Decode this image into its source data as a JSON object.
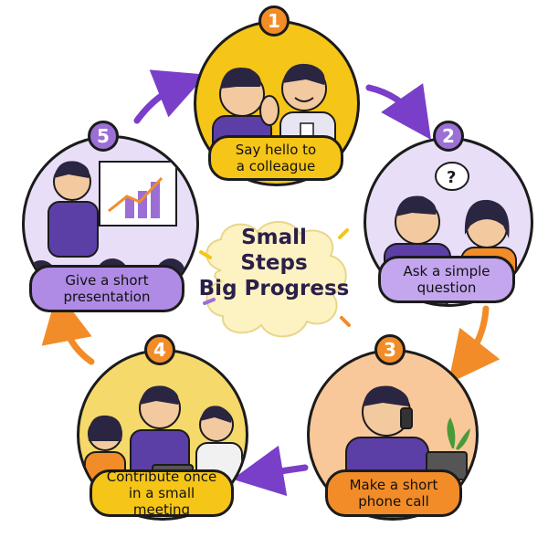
{
  "center": {
    "line1": "Small",
    "line2": "Steps",
    "line3": "Big Progress"
  },
  "steps": [
    {
      "number": "1",
      "label_line1": "Say hello to",
      "label_line2": "a colleague",
      "color": "#f5c518"
    },
    {
      "number": "2",
      "label_line1": "Ask a simple",
      "label_line2": "question",
      "color": "#9b6fd6"
    },
    {
      "number": "3",
      "label_line1": "Make a short",
      "label_line2": "phone call",
      "color": "#f28c28"
    },
    {
      "number": "4",
      "label_line1": "Contribute once",
      "label_line2": "in a small meeting",
      "color": "#f5c518"
    },
    {
      "number": "5",
      "label_line1": "Give a short",
      "label_line2": "presentation",
      "color": "#9b6fd6"
    }
  ],
  "colors": {
    "yellow": "#f5c518",
    "purple": "#9b6fd6",
    "orange": "#f28c28",
    "arrow_purple": "#7a3fc9",
    "arrow_orange": "#f28c28",
    "cloud": "#fdf2c2"
  },
  "icons": [
    "question-mark-icon",
    "arrow-cycle-icon",
    "bar-chart-icon",
    "phone-icon",
    "laptop-icon",
    "plant-icon"
  ]
}
